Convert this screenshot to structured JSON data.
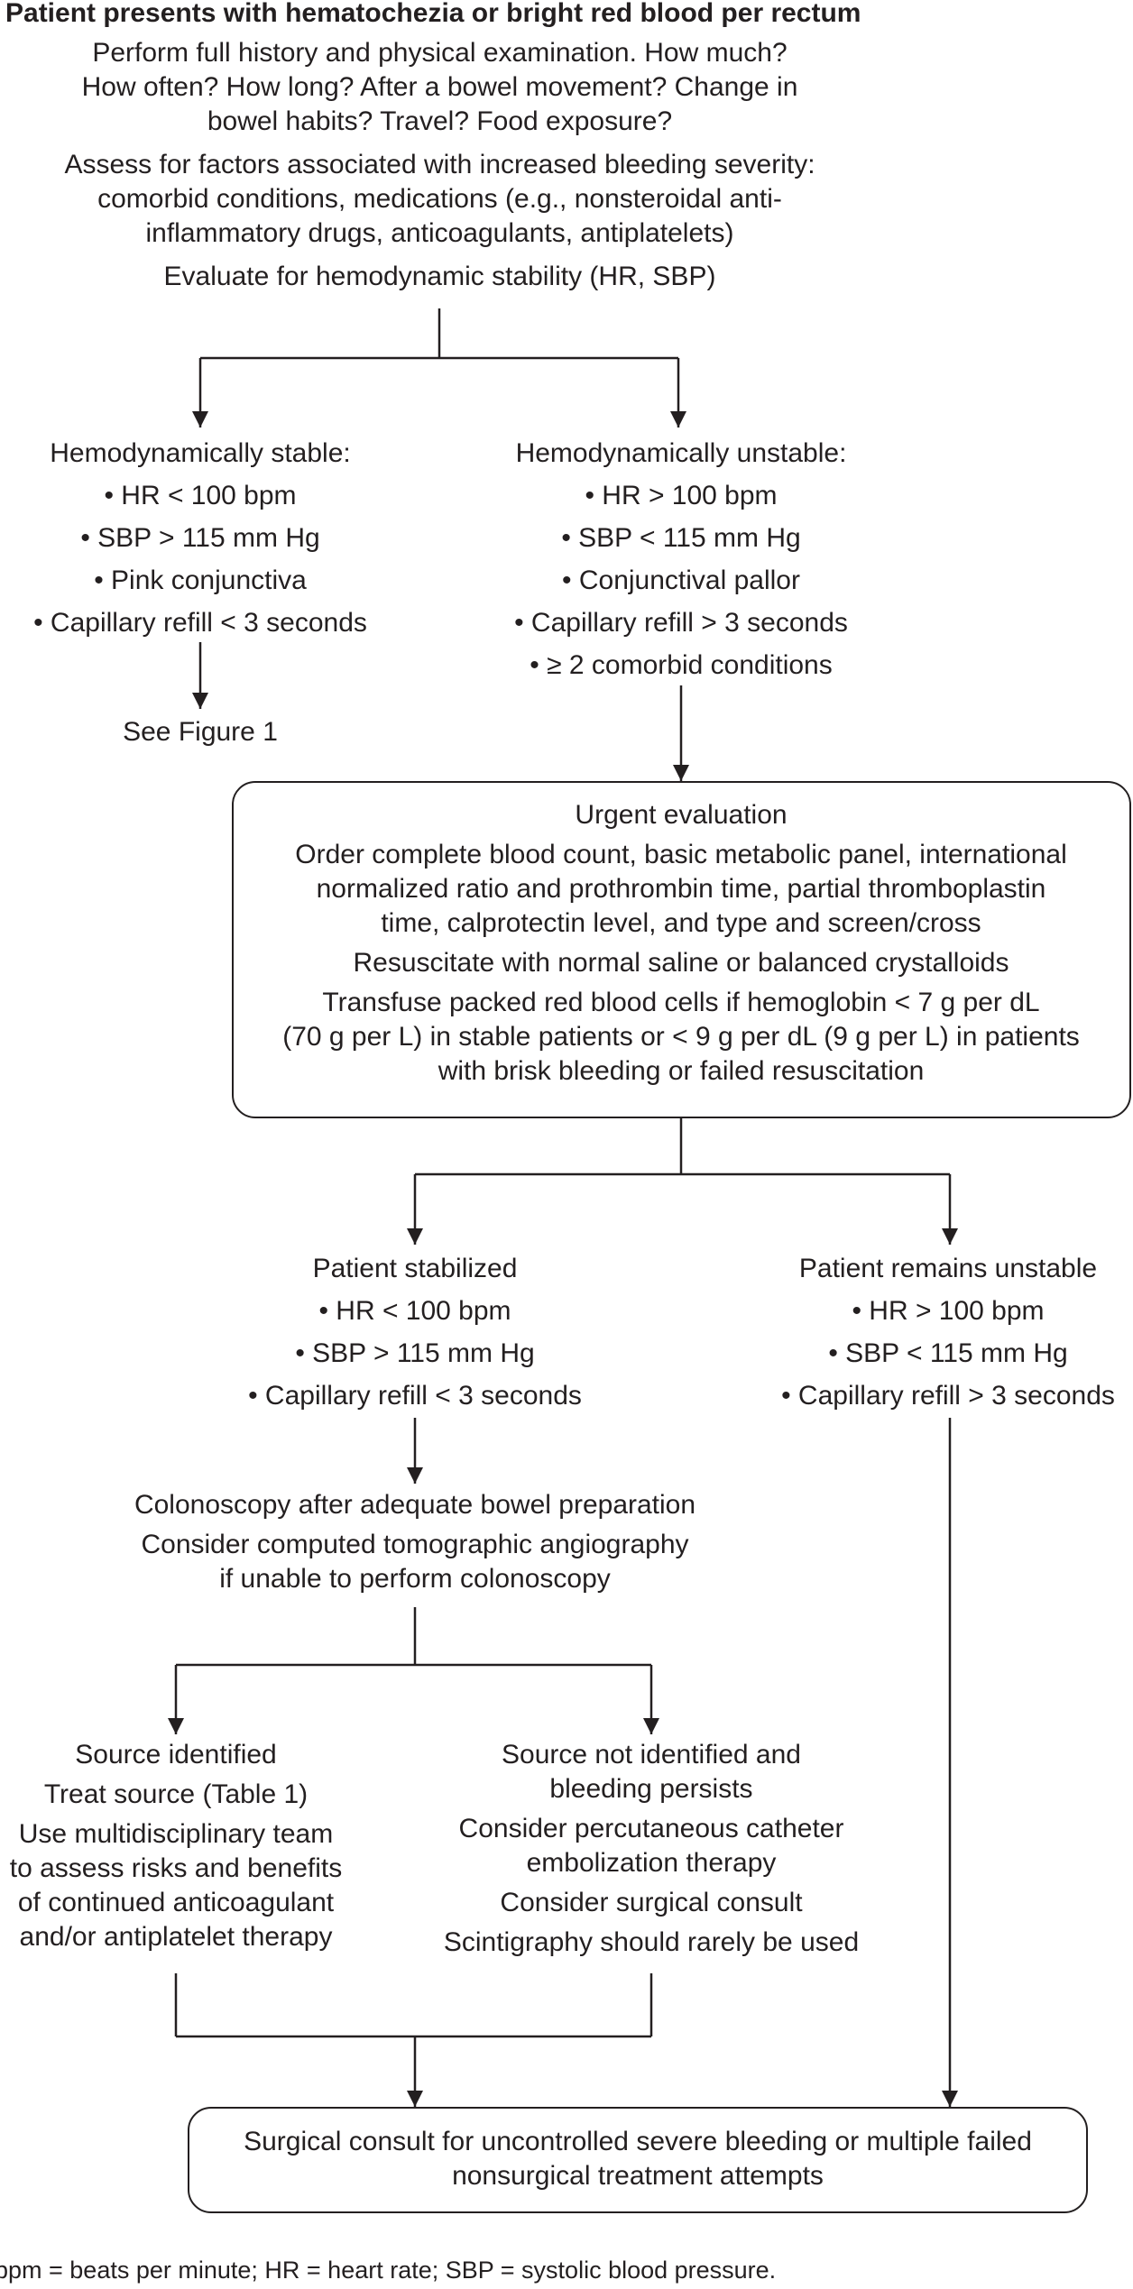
{
  "title": "Patient presents with hematochezia or bright red blood per rectum",
  "intro": {
    "history": [
      "Perform full history and physical examination. How much?",
      "How often? How long? After a bowel movement? Change in",
      "bowel habits? Travel? Food exposure?"
    ],
    "severity": [
      "Assess for factors associated with increased bleeding severity:",
      "comorbid conditions, medications (e.g., nonsteroidal anti-",
      "inflammatory drugs, anticoagulants, antiplatelets)"
    ],
    "stability": "Evaluate for hemodynamic stability (HR, SBP)"
  },
  "stable": {
    "heading": "Hemodynamically stable:",
    "items": [
      "• HR < 100 bpm",
      "• SBP > 115 mm Hg",
      "• Pink conjunctiva",
      "• Capillary refill < 3 seconds"
    ],
    "next": "See Figure 1"
  },
  "unstable": {
    "heading": "Hemodynamically unstable:",
    "items": [
      "• HR > 100 bpm",
      "• SBP < 115 mm Hg",
      "• Conjunctival pallor",
      "• Capillary refill > 3 seconds",
      "• ≥ 2 comorbid conditions"
    ]
  },
  "urgent": {
    "heading": "Urgent evaluation",
    "labs": [
      "Order complete blood count, basic metabolic panel, international",
      "normalized ratio and prothrombin time, partial thromboplastin",
      "time, calprotectin level, and type and screen/cross"
    ],
    "resuscitate": "Resuscitate with normal saline or balanced crystalloids",
    "transfuse": [
      "Transfuse packed red blood cells if hemoglobin < 7 g per dL",
      "(70 g per L) in stable patients or < 9 g per dL (9 g per L) in patients",
      "with brisk bleeding or failed resuscitation"
    ]
  },
  "stabilized": {
    "heading": "Patient stabilized",
    "items": [
      "• HR < 100 bpm",
      "• SBP > 115 mm Hg",
      "• Capillary refill < 3 seconds"
    ]
  },
  "remains_unstable": {
    "heading": "Patient remains unstable",
    "items": [
      "• HR > 100 bpm",
      "• SBP < 115 mm Hg",
      "• Capillary refill > 3 seconds"
    ]
  },
  "colonoscopy": {
    "line1": "Colonoscopy after adequate bowel preparation",
    "cta": [
      "Consider computed tomographic angiography",
      "if unable to perform colonoscopy"
    ]
  },
  "source_identified": {
    "heading": "Source identified",
    "treat": "Treat source (Table 1)",
    "team": [
      "Use multidisciplinary team",
      "to assess risks and benefits",
      "of continued anticoagulant",
      "and/or antiplatelet therapy"
    ]
  },
  "source_not_identified": {
    "heading": [
      "Source not identified and",
      "bleeding persists"
    ],
    "embolization": [
      "Consider percutaneous catheter",
      "embolization therapy"
    ],
    "surgical": "Consider surgical consult",
    "scintigraphy": "Scintigraphy should rarely be used"
  },
  "final": [
    "Surgical consult for uncontrolled severe bleeding or multiple failed",
    "nonsurgical treatment attempts"
  ],
  "footnote": "bpm = beats per minute; HR = heart rate; SBP = systolic blood pressure."
}
